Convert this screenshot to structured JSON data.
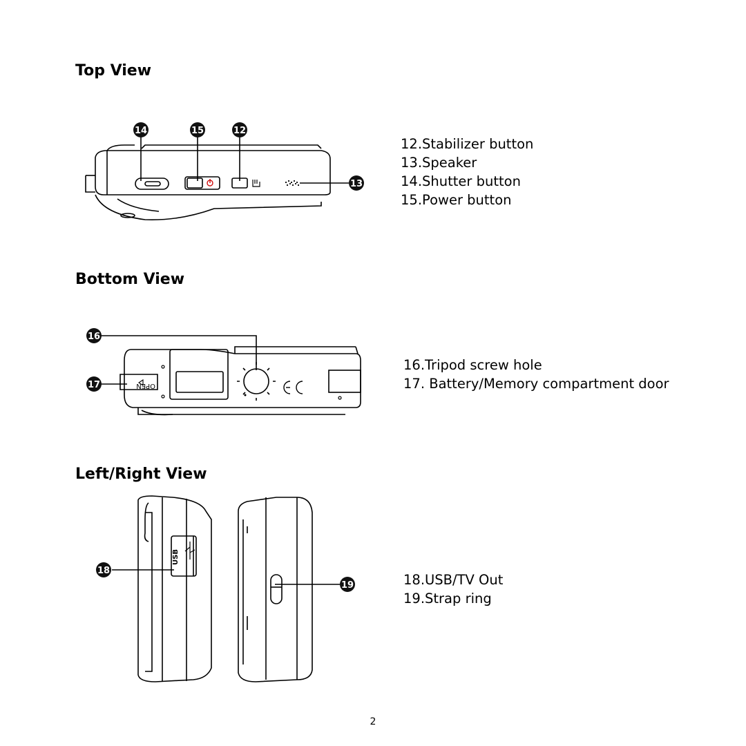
{
  "sections": {
    "top": {
      "heading": "Top View",
      "items": [
        "12.Stabilizer button",
        "13.Speaker",
        "14.Shutter button",
        "15.Power button"
      ],
      "callouts": {
        "shutter": "14",
        "power": "15",
        "stabilizer": "12",
        "speaker": "13"
      }
    },
    "bottom": {
      "heading": "Bottom View",
      "items": [
        "16.Tripod screw hole",
        "17. Battery/Memory compartment door"
      ],
      "callouts": {
        "tripod": "16",
        "battery": "17"
      },
      "door_label": "OPEN"
    },
    "sides": {
      "heading": "Left/Right View",
      "items": [
        "18.USB/TV Out",
        "19.Strap ring"
      ],
      "callouts": {
        "usb": "18",
        "strap": "19"
      },
      "port_label": "USB"
    }
  },
  "page_number": "2",
  "colors": {
    "ink": "#000000",
    "power_symbol": "#d01010",
    "callout_fill": "#111111"
  }
}
